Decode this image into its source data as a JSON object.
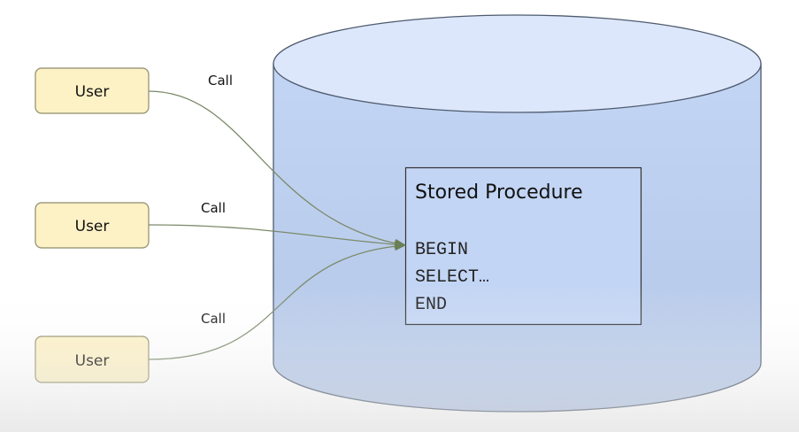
{
  "users": [
    {
      "label": "User",
      "call": "Call"
    },
    {
      "label": "User",
      "call": "Call"
    },
    {
      "label": "User",
      "call": "Call"
    }
  ],
  "procedure": {
    "title": "Stored Procedure",
    "lines": [
      "BEGIN",
      "SELECT…",
      "END"
    ]
  },
  "colors": {
    "user_fill": "#fdf1c6",
    "cylinder_body": "#c2d4f3",
    "cylinder_top": "#dde7fb",
    "connector": "#7b8a6a"
  }
}
